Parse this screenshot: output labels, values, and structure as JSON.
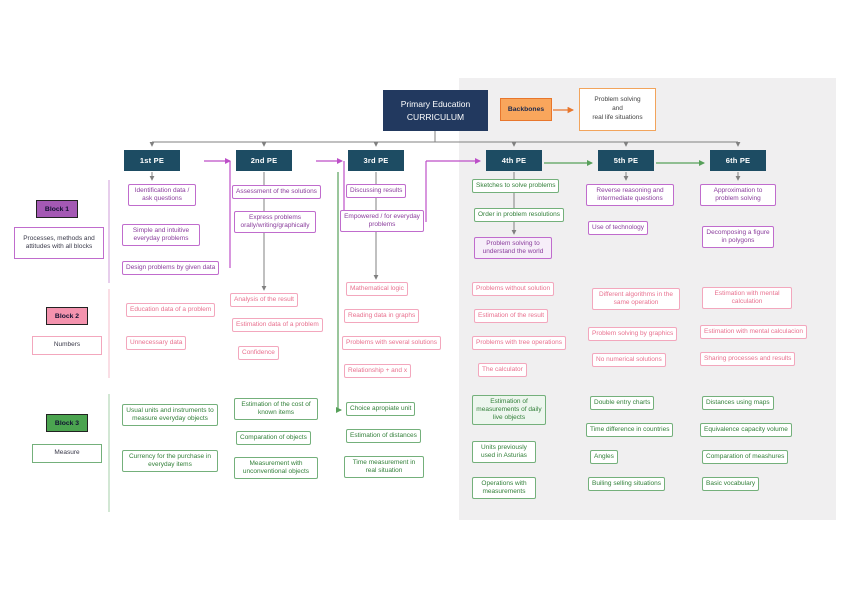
{
  "title": {
    "line1": "Primary Education",
    "line2": "CURRICULUM"
  },
  "backbones": {
    "label": "Backbones"
  },
  "backbones_target": {
    "line1": "Problem solving",
    "line2": "and",
    "line3": "real life situations"
  },
  "legend": [
    {
      "name": "Block 1",
      "desc": "Processes, methods and attitudes with all blocks"
    },
    {
      "name": "Block 2",
      "desc": "Numbers"
    },
    {
      "name": "Block 3",
      "desc": "Measure"
    }
  ],
  "colors": {
    "title_navy": "#22395f",
    "header_teal": "#1d4c63",
    "orange": "#e8762c",
    "block1_purple": "#a459b4",
    "block2_pink": "#f493ae",
    "block3_green": "#4ba450"
  },
  "columns": [
    {
      "header": "1st PE",
      "items": [
        {
          "label": "Identification data / ask questions",
          "block": "block1"
        },
        {
          "label": "Simple and intuitive everyday problems",
          "block": "block1"
        },
        {
          "label": "Design problems by given data",
          "block": "block1"
        },
        {
          "label": "Education data of a problem",
          "block": "block2"
        },
        {
          "label": "Unnecessary data",
          "block": "block2"
        },
        {
          "label": "Usual units and instruments to measure everyday objects",
          "block": "block3"
        },
        {
          "label": "Currency for the purchase in everyday items",
          "block": "block3"
        }
      ]
    },
    {
      "header": "2nd PE",
      "items": [
        {
          "label": "Assessment of the solutions",
          "block": "block1"
        },
        {
          "label": "Express problems orally/writing/graphically",
          "block": "block1"
        },
        {
          "label": "Analysis of the result",
          "block": "block2"
        },
        {
          "label": "Estimation data of a problem",
          "block": "block2"
        },
        {
          "label": "Confidence",
          "block": "block2"
        },
        {
          "label": "Estimation of the cost of known items",
          "block": "block3"
        },
        {
          "label": "Comparation of objects",
          "block": "block3"
        },
        {
          "label": "Measurement with unconventional objects",
          "block": "block3"
        }
      ]
    },
    {
      "header": "3rd PE",
      "items": [
        {
          "label": "Discussing results",
          "block": "block1"
        },
        {
          "label": "Empowered / for everyday problems",
          "block": "block1"
        },
        {
          "label": "Mathematical logic",
          "block": "block2"
        },
        {
          "label": "Reading data in graphs",
          "block": "block2"
        },
        {
          "label": "Problems with several solutions",
          "block": "block2"
        },
        {
          "label": "Relationship + and x",
          "block": "block2"
        },
        {
          "label": "Choice apropiate unit",
          "block": "block3"
        },
        {
          "label": "Estimation of distances",
          "block": "block3"
        },
        {
          "label": "Time measurement in real situation",
          "block": "block3"
        }
      ]
    },
    {
      "header": "4th PE",
      "items": [
        {
          "label": "Sketches to solve problems",
          "block": "block1"
        },
        {
          "label": "Order in problem resolutions",
          "block": "block1"
        },
        {
          "label": "Problem solving to understand the world",
          "block": "block1"
        },
        {
          "label": "Problems without solution",
          "block": "block2"
        },
        {
          "label": "Estimation of the result",
          "block": "block2"
        },
        {
          "label": "Problems with tree operations",
          "block": "block2"
        },
        {
          "label": "The calculator",
          "block": "block2"
        },
        {
          "label": "Estimation of measurements of daily live objects",
          "block": "block3"
        },
        {
          "label": "Units previously used in Asturias",
          "block": "block3"
        },
        {
          "label": "Operations with measurements",
          "block": "block3"
        }
      ]
    },
    {
      "header": "5th PE",
      "items": [
        {
          "label": "Reverse reasoning and intermediate questions",
          "block": "block1"
        },
        {
          "label": "Use of technology",
          "block": "block1"
        },
        {
          "label": "Different algorithms in the same operation",
          "block": "block2"
        },
        {
          "label": "Problem solving by graphics",
          "block": "block2"
        },
        {
          "label": "No numerical solutions",
          "block": "block2"
        },
        {
          "label": "Double entry charts",
          "block": "block3"
        },
        {
          "label": "Time difference in countries",
          "block": "block3"
        },
        {
          "label": "Angles",
          "block": "block3"
        },
        {
          "label": "Builing selling situations",
          "block": "block3"
        }
      ]
    },
    {
      "header": "6th PE",
      "items": [
        {
          "label": "Approximation to problem solving",
          "block": "block1"
        },
        {
          "label": "Decomposing a figure in polygons",
          "block": "block1"
        },
        {
          "label": "Estimation with mental calculation",
          "block": "block2"
        },
        {
          "label": "Estimation with mental calculacion",
          "block": "block2"
        },
        {
          "label": "Sharing processes and results",
          "block": "block2"
        },
        {
          "label": "Distances using maps",
          "block": "block3"
        },
        {
          "label": "Equivalence capacity volume",
          "block": "block3"
        },
        {
          "label": "Comparation of meashures",
          "block": "block3"
        },
        {
          "label": "Basic vocabulary",
          "block": "block3"
        }
      ]
    }
  ]
}
